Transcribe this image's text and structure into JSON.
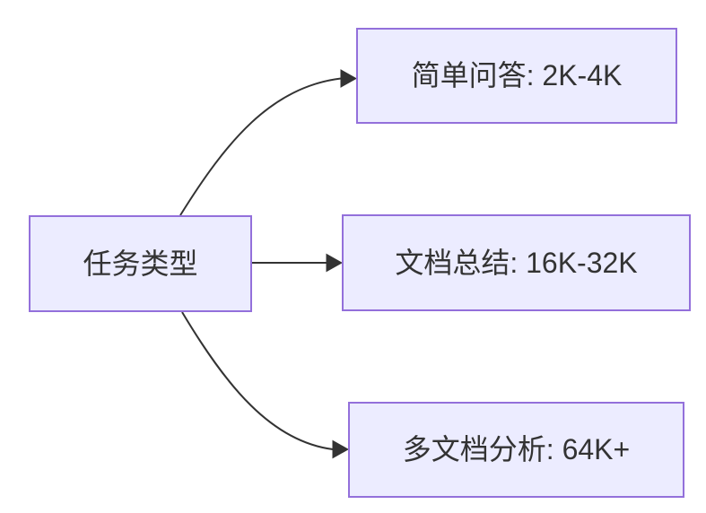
{
  "diagram": {
    "type": "flowchart-LR",
    "colors": {
      "node_fill": "#ECECFF",
      "node_border": "#9370DB",
      "edge": "#333333",
      "text": "#333333",
      "background": "#FFFFFF"
    },
    "nodes": {
      "task_type": {
        "label": "任务类型"
      },
      "simple_qa": {
        "label": "简单问答: 2K-4K"
      },
      "doc_summary": {
        "label": "文档总结: 16K-32K"
      },
      "multi_doc": {
        "label": "多文档分析: 64K+"
      }
    },
    "edges": [
      {
        "from": "task_type",
        "to": "simple_qa"
      },
      {
        "from": "task_type",
        "to": "doc_summary"
      },
      {
        "from": "task_type",
        "to": "multi_doc"
      }
    ]
  }
}
